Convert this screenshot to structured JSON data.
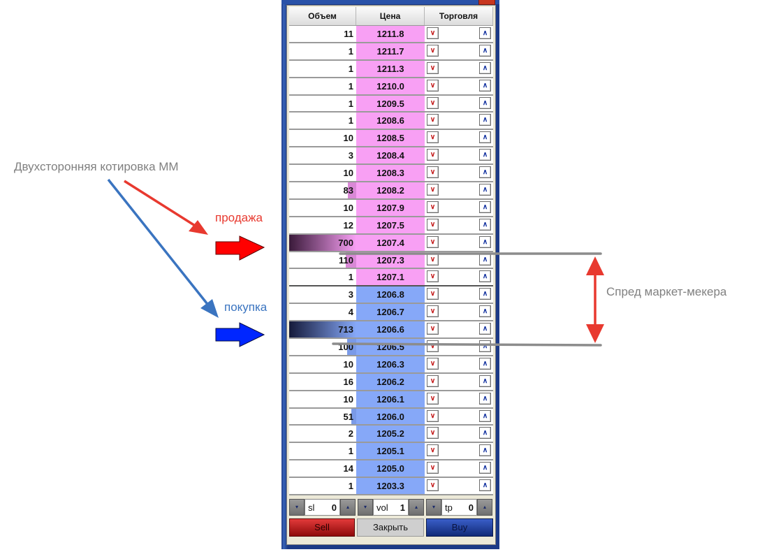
{
  "window": {
    "columns": {
      "volume": "Объем",
      "price": "Цена",
      "trade": "Торговля"
    },
    "rows": [
      {
        "volume": "11",
        "price": "1211.8",
        "side": "ask",
        "bar": 0
      },
      {
        "volume": "1",
        "price": "1211.7",
        "side": "ask",
        "bar": 0
      },
      {
        "volume": "1",
        "price": "1211.3",
        "side": "ask",
        "bar": 0
      },
      {
        "volume": "1",
        "price": "1210.0",
        "side": "ask",
        "bar": 0
      },
      {
        "volume": "1",
        "price": "1209.5",
        "side": "ask",
        "bar": 0
      },
      {
        "volume": "1",
        "price": "1208.6",
        "side": "ask",
        "bar": 0
      },
      {
        "volume": "10",
        "price": "1208.5",
        "side": "ask",
        "bar": 0
      },
      {
        "volume": "3",
        "price": "1208.4",
        "side": "ask",
        "bar": 0
      },
      {
        "volume": "10",
        "price": "1208.3",
        "side": "ask",
        "bar": 0
      },
      {
        "volume": "83",
        "price": "1208.2",
        "side": "ask",
        "bar": 0.12
      },
      {
        "volume": "10",
        "price": "1207.9",
        "side": "ask",
        "bar": 0
      },
      {
        "volume": "12",
        "price": "1207.5",
        "side": "ask",
        "bar": 0
      },
      {
        "volume": "700",
        "price": "1207.4",
        "side": "ask",
        "bar": 1.0
      },
      {
        "volume": "110",
        "price": "1207.3",
        "side": "ask",
        "bar": 0.16
      },
      {
        "volume": "1",
        "price": "1207.1",
        "side": "ask",
        "bar": 0
      },
      {
        "volume": "3",
        "price": "1206.8",
        "side": "bid",
        "bar": 0
      },
      {
        "volume": "4",
        "price": "1206.7",
        "side": "bid",
        "bar": 0
      },
      {
        "volume": "713",
        "price": "1206.6",
        "side": "bid",
        "bar": 1.0
      },
      {
        "volume": "100",
        "price": "1206.5",
        "side": "bid",
        "bar": 0.14
      },
      {
        "volume": "10",
        "price": "1206.3",
        "side": "bid",
        "bar": 0
      },
      {
        "volume": "16",
        "price": "1206.2",
        "side": "bid",
        "bar": 0
      },
      {
        "volume": "10",
        "price": "1206.1",
        "side": "bid",
        "bar": 0
      },
      {
        "volume": "51",
        "price": "1206.0",
        "side": "bid",
        "bar": 0.07
      },
      {
        "volume": "2",
        "price": "1205.2",
        "side": "bid",
        "bar": 0
      },
      {
        "volume": "1",
        "price": "1205.1",
        "side": "bid",
        "bar": 0
      },
      {
        "volume": "14",
        "price": "1205.0",
        "side": "bid",
        "bar": 0
      },
      {
        "volume": "1",
        "price": "1203.3",
        "side": "bid",
        "bar": 0
      }
    ],
    "trade_buttons": {
      "down_icon": "chevron-down",
      "up_icon": "chevron-up",
      "down_glyph": "⌄",
      "up_glyph": "⌃"
    },
    "controls": {
      "sl": {
        "label": "sl",
        "value": "0"
      },
      "vol": {
        "label": "vol",
        "value": "1"
      },
      "tp": {
        "label": "tp",
        "value": "0"
      },
      "dec_glyph": "▾",
      "inc_glyph": "▴"
    },
    "actions": {
      "sell": "Sell",
      "close": "Закрыть",
      "buy": "Buy"
    }
  },
  "annotations": {
    "two_sided_quote": "Двухсторонняя котировка ММ",
    "sell": "продажа",
    "buy": "покупка",
    "spread": "Спред маркет-мекера"
  },
  "colors": {
    "ask": "#f8a0f4",
    "bid": "#86a8f8",
    "ask_bar": "#3a1a3a",
    "bid_bar": "#151a3a",
    "red_arrow": "#ff0000",
    "blue_arrow": "#0026ff",
    "annotation_red": "#e8392f",
    "annotation_blue": "#3a74c0",
    "spread_line": "#8c8c8c"
  }
}
